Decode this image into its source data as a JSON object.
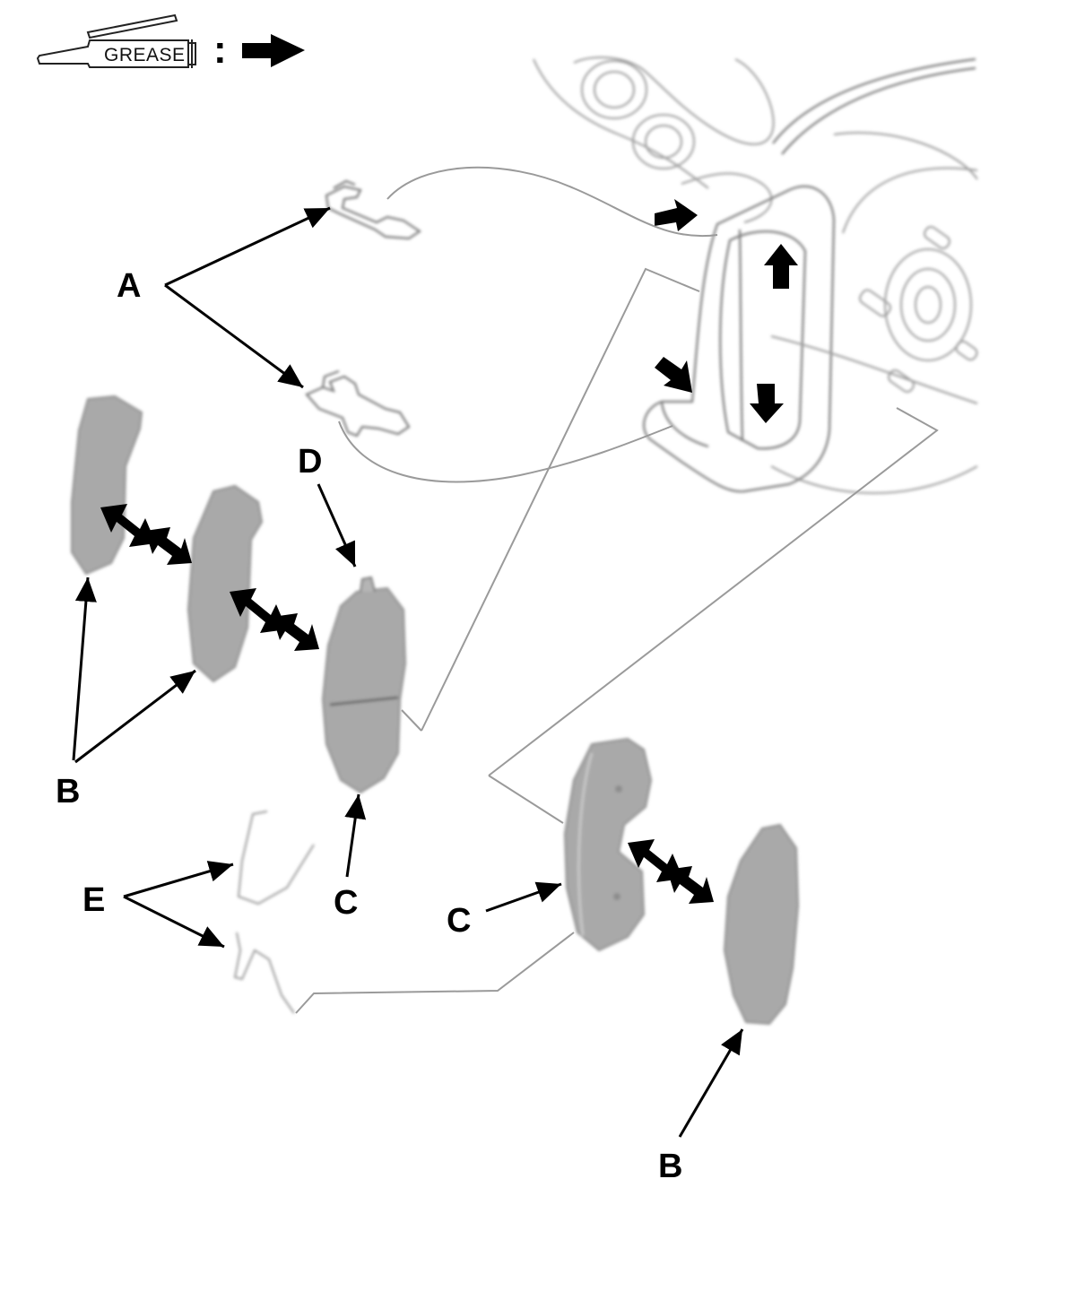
{
  "legend": {
    "tool_label": "GREASE",
    "separator": ":",
    "tool_icon": "grease-gun-icon",
    "symbol_icon": "grease-arrow-icon"
  },
  "callouts": {
    "a": "A",
    "b_left": "B",
    "b_right": "B",
    "c_left": "C",
    "c_right": "C",
    "d": "D",
    "e": "E"
  },
  "colors": {
    "pad_fill": "#a9a9a9",
    "line_art": "#9a9a9a",
    "arrow": "#000000"
  }
}
